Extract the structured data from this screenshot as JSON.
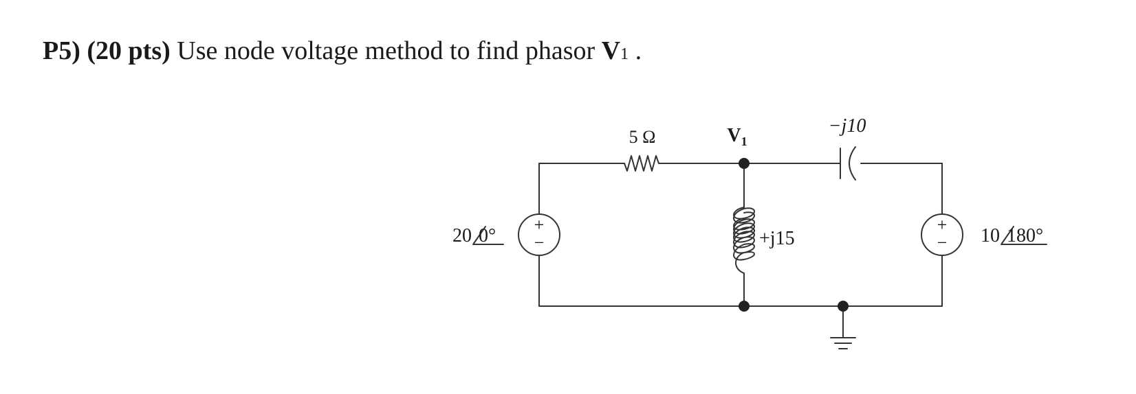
{
  "problem": {
    "number": "P5)",
    "points": "(20 pts)",
    "statement": "Use node voltage method to find phasor",
    "variable": "V",
    "variable_subscript": "1",
    "end": "."
  },
  "circuit": {
    "resistor_label": "5 Ω",
    "node_label": "V",
    "node_label_subscript": "1",
    "capacitor_label": "−j10",
    "inductor_label": "+j15",
    "source_left": {
      "magnitude": "20",
      "angle": "0°"
    },
    "source_right": {
      "magnitude": "10",
      "angle": "180°"
    },
    "plus_sign": "+",
    "minus_sign": "−"
  }
}
